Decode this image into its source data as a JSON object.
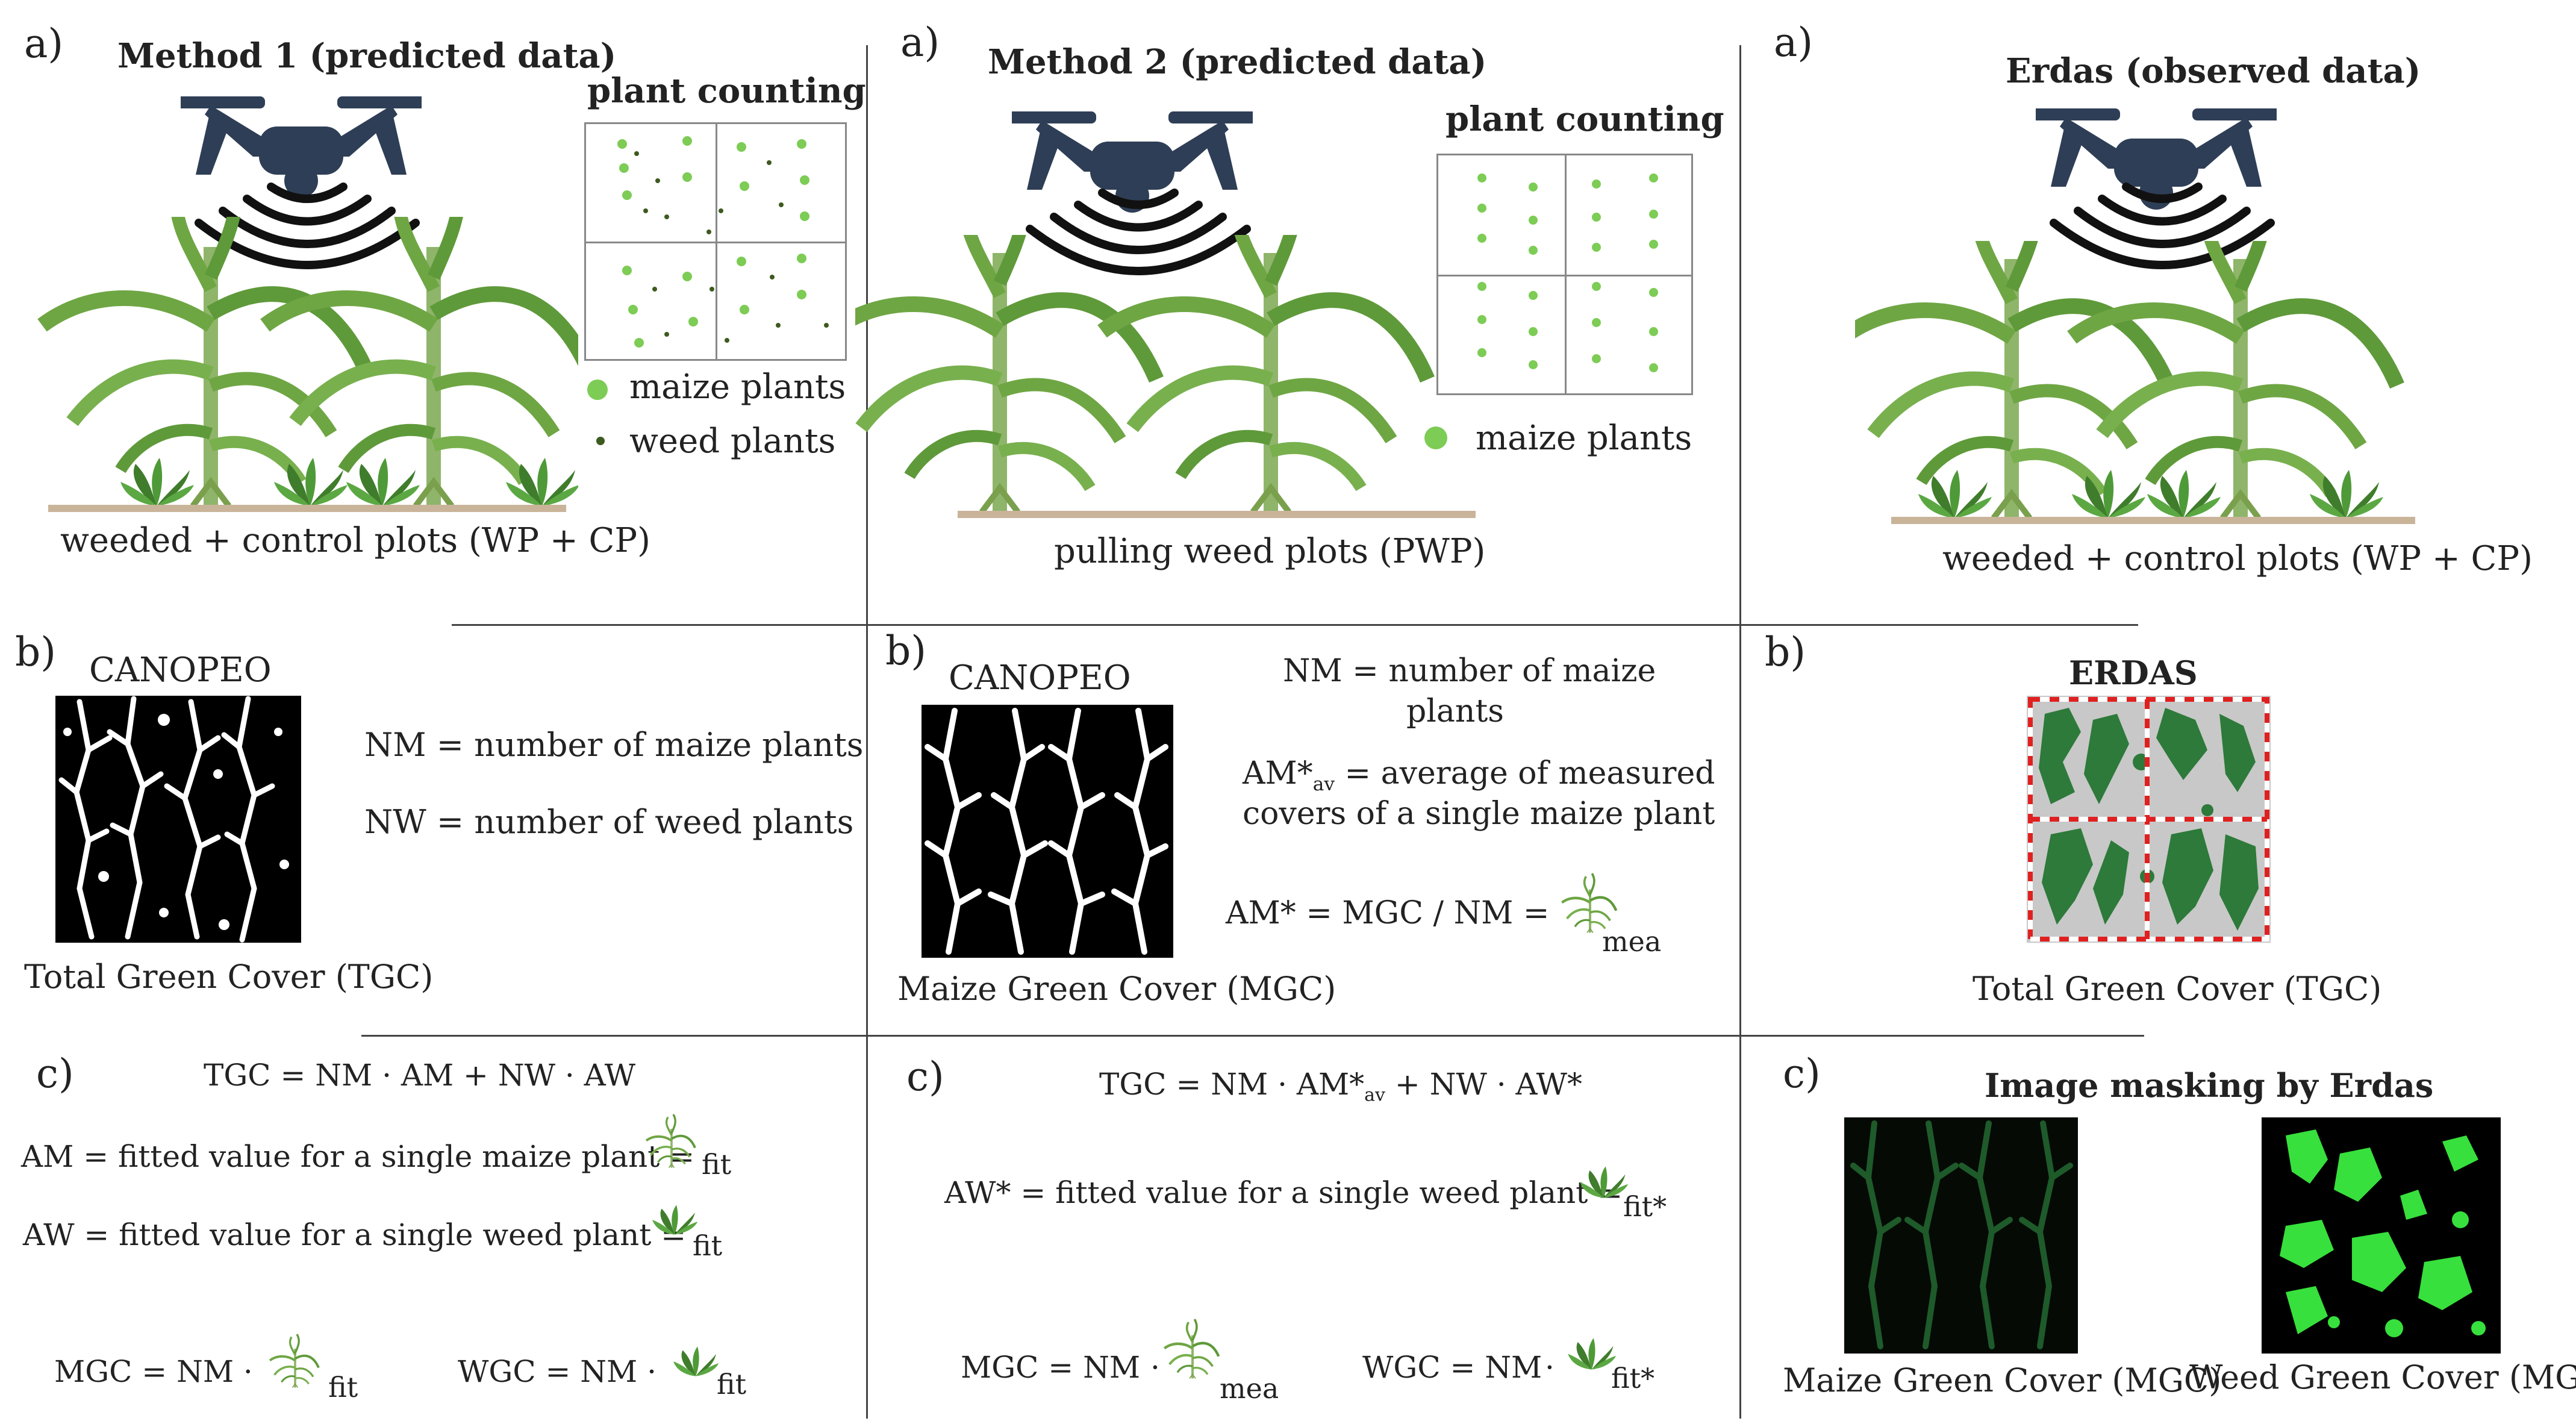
{
  "panels": [
    {
      "a": {
        "label": "a)",
        "title": "Method 1 (predicted data)",
        "counting_title": "plant counting",
        "legend": [
          {
            "text": "maize plants",
            "kind": "maize"
          },
          {
            "text": "weed plants",
            "kind": "weed"
          }
        ],
        "plot_label": "weeded + control plots (WP + CP)"
      },
      "b": {
        "label": "b)",
        "title": "CANOPEO",
        "caption": "Total Green Cover (TGC)",
        "defs": [
          "NM = number of maize plants",
          "NW = number of weed plants"
        ]
      },
      "c": {
        "label": "c)",
        "eq1": "TGC = NM · AM + NW · AW",
        "eq2": "AM = fitted value for a single maize plant =",
        "eq2_sub": "fit",
        "eq3": "AW = fitted value for a single weed plant =",
        "eq3_sub": "fit",
        "mgc": "MGC = NM ·",
        "mgc_sub": "fit",
        "wgc": "WGC = NM ·",
        "wgc_sub": "fit"
      }
    },
    {
      "a": {
        "label": "a)",
        "title": "Method 2 (predicted data)",
        "counting_title": "plant counting",
        "legend": [
          {
            "text": "maize plants",
            "kind": "maize"
          }
        ],
        "plot_label": "pulling weed plots (PWP)"
      },
      "b": {
        "label": "b)",
        "title": "CANOPEO",
        "caption": "Maize Green Cover (MGC)",
        "def1a": "NM = number of maize",
        "def1b": "plants",
        "def2a": "AM*",
        "def2sub": "av",
        "def2b": " = average of measured",
        "def2c": "covers of a single maize plant",
        "def3": "AM* = MGC / NM  =",
        "def3_sub": "mea"
      },
      "c": {
        "label": "c)",
        "eq1a": "TGC = NM · AM*",
        "eq1sub": "av",
        "eq1b": " + NW · AW*",
        "eq2": "AW* = fitted value for a single weed plant =",
        "eq2_sub": "fit*",
        "mgc": "MGC = NM",
        "mgc_sub": "mea",
        "wgc": "WGC = NM",
        "wgc_sub": "fit*"
      }
    },
    {
      "a": {
        "label": "a)",
        "title": "Erdas (observed data)",
        "plot_label": "weeded + control plots (WP + CP)"
      },
      "b": {
        "label": "b)",
        "title": "ERDAS",
        "caption": "Total Green Cover (TGC)"
      },
      "c": {
        "label": "c)",
        "title": "Image masking by Erdas",
        "caption_left": "Maize Green Cover (MGC)",
        "caption_right": "Weed Green Cover (MGC)"
      }
    }
  ],
  "colors": {
    "drone": "#2e3e56",
    "maize_dot": "#7dcc55",
    "weed_dot": "#3d5a1f",
    "maize_leaf": "#5f9a3a",
    "ground": "#c9b49a",
    "erdas_green": "#2d7a3a",
    "mask_green": "#37e03c",
    "mask_dark": "#1e5a2a"
  },
  "icons": [
    "drone-icon",
    "signal-waves-icon",
    "maize-plant-icon",
    "weed-plant-icon"
  ]
}
